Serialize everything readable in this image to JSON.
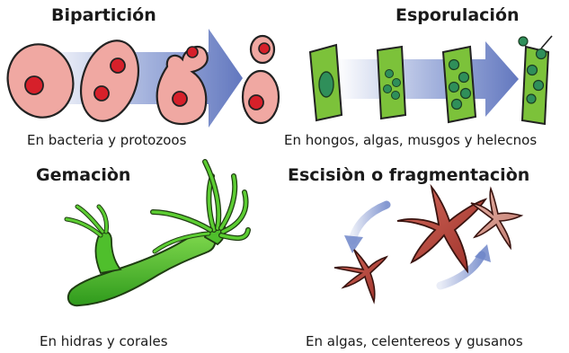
{
  "panels": [
    {
      "title": "Bipartición",
      "caption": "En bacteria y protozoos"
    },
    {
      "title": "Esporulación",
      "caption": "En hongos, algas, musgos y helecnos"
    },
    {
      "title": "Gemaciòn",
      "caption": "En hidras y corales"
    },
    {
      "title": "Escisiòn o fragmentaciòn",
      "caption": "En algas, celentereos y gusanos"
    }
  ],
  "colors": {
    "cell_fill": "#f0a8a2",
    "nucleus": "#d6202a",
    "spore_cell": "#7cc23a",
    "spore": "#2f8f5a",
    "arrow": "#6f86c9",
    "hydra": "#4fbf2c",
    "starfish": "#b8453a"
  }
}
